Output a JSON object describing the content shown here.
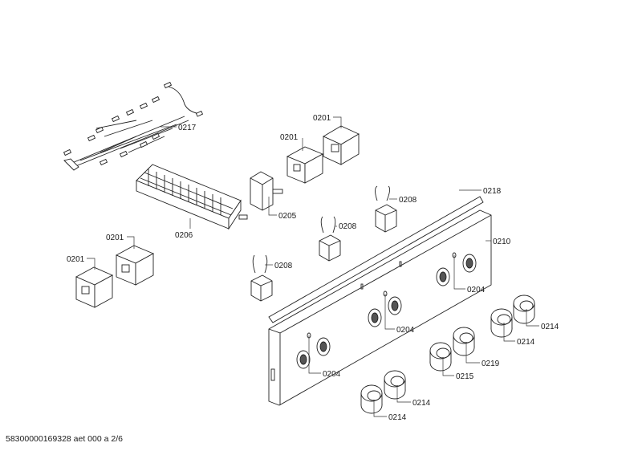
{
  "labels": {
    "p0201_a": "0201",
    "p0201_b": "0201",
    "p0201_c": "0201",
    "p0201_d": "0201",
    "p0204_a": "0204",
    "p0204_b": "0204",
    "p0204_c": "0204",
    "p0205": "0205",
    "p0206": "0206",
    "p0208_a": "0208",
    "p0208_b": "0208",
    "p0208_c": "0208",
    "p0210": "0210",
    "p0214_a": "0214",
    "p0214_b": "0214",
    "p0214_c": "0214",
    "p0214_d": "0214",
    "p0215": "0215",
    "p0217": "0217",
    "p0218": "0218",
    "p0219": "0219"
  },
  "footer": "58300000169328 aet 000 a 2/6"
}
